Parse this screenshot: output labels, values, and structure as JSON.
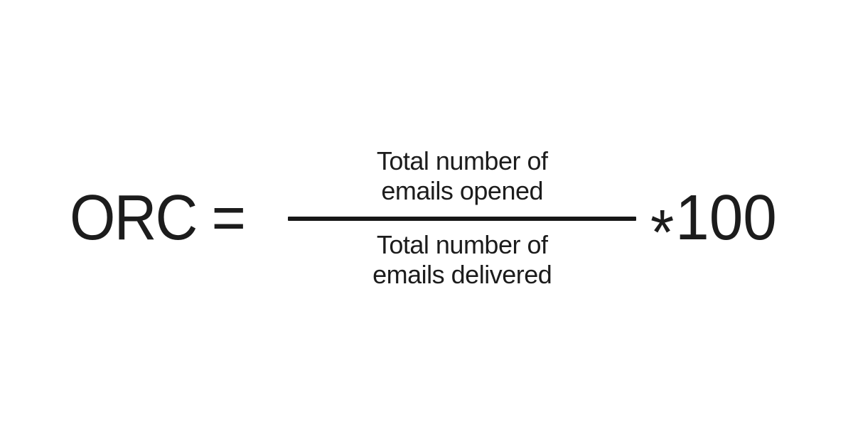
{
  "formula": {
    "name": "open-rate-calculation",
    "lhs": "ORC",
    "equals": "=",
    "numerator": {
      "line1": "Total number of",
      "line2": "emails opened"
    },
    "denominator": {
      "line1": "Total number of",
      "line2": "emails delivered"
    },
    "multiplier_symbol": "*",
    "multiplier_value": "100"
  },
  "colors": {
    "background": "#ffffff",
    "text": "#1c1c1c",
    "fraction_bar": "#161616"
  }
}
